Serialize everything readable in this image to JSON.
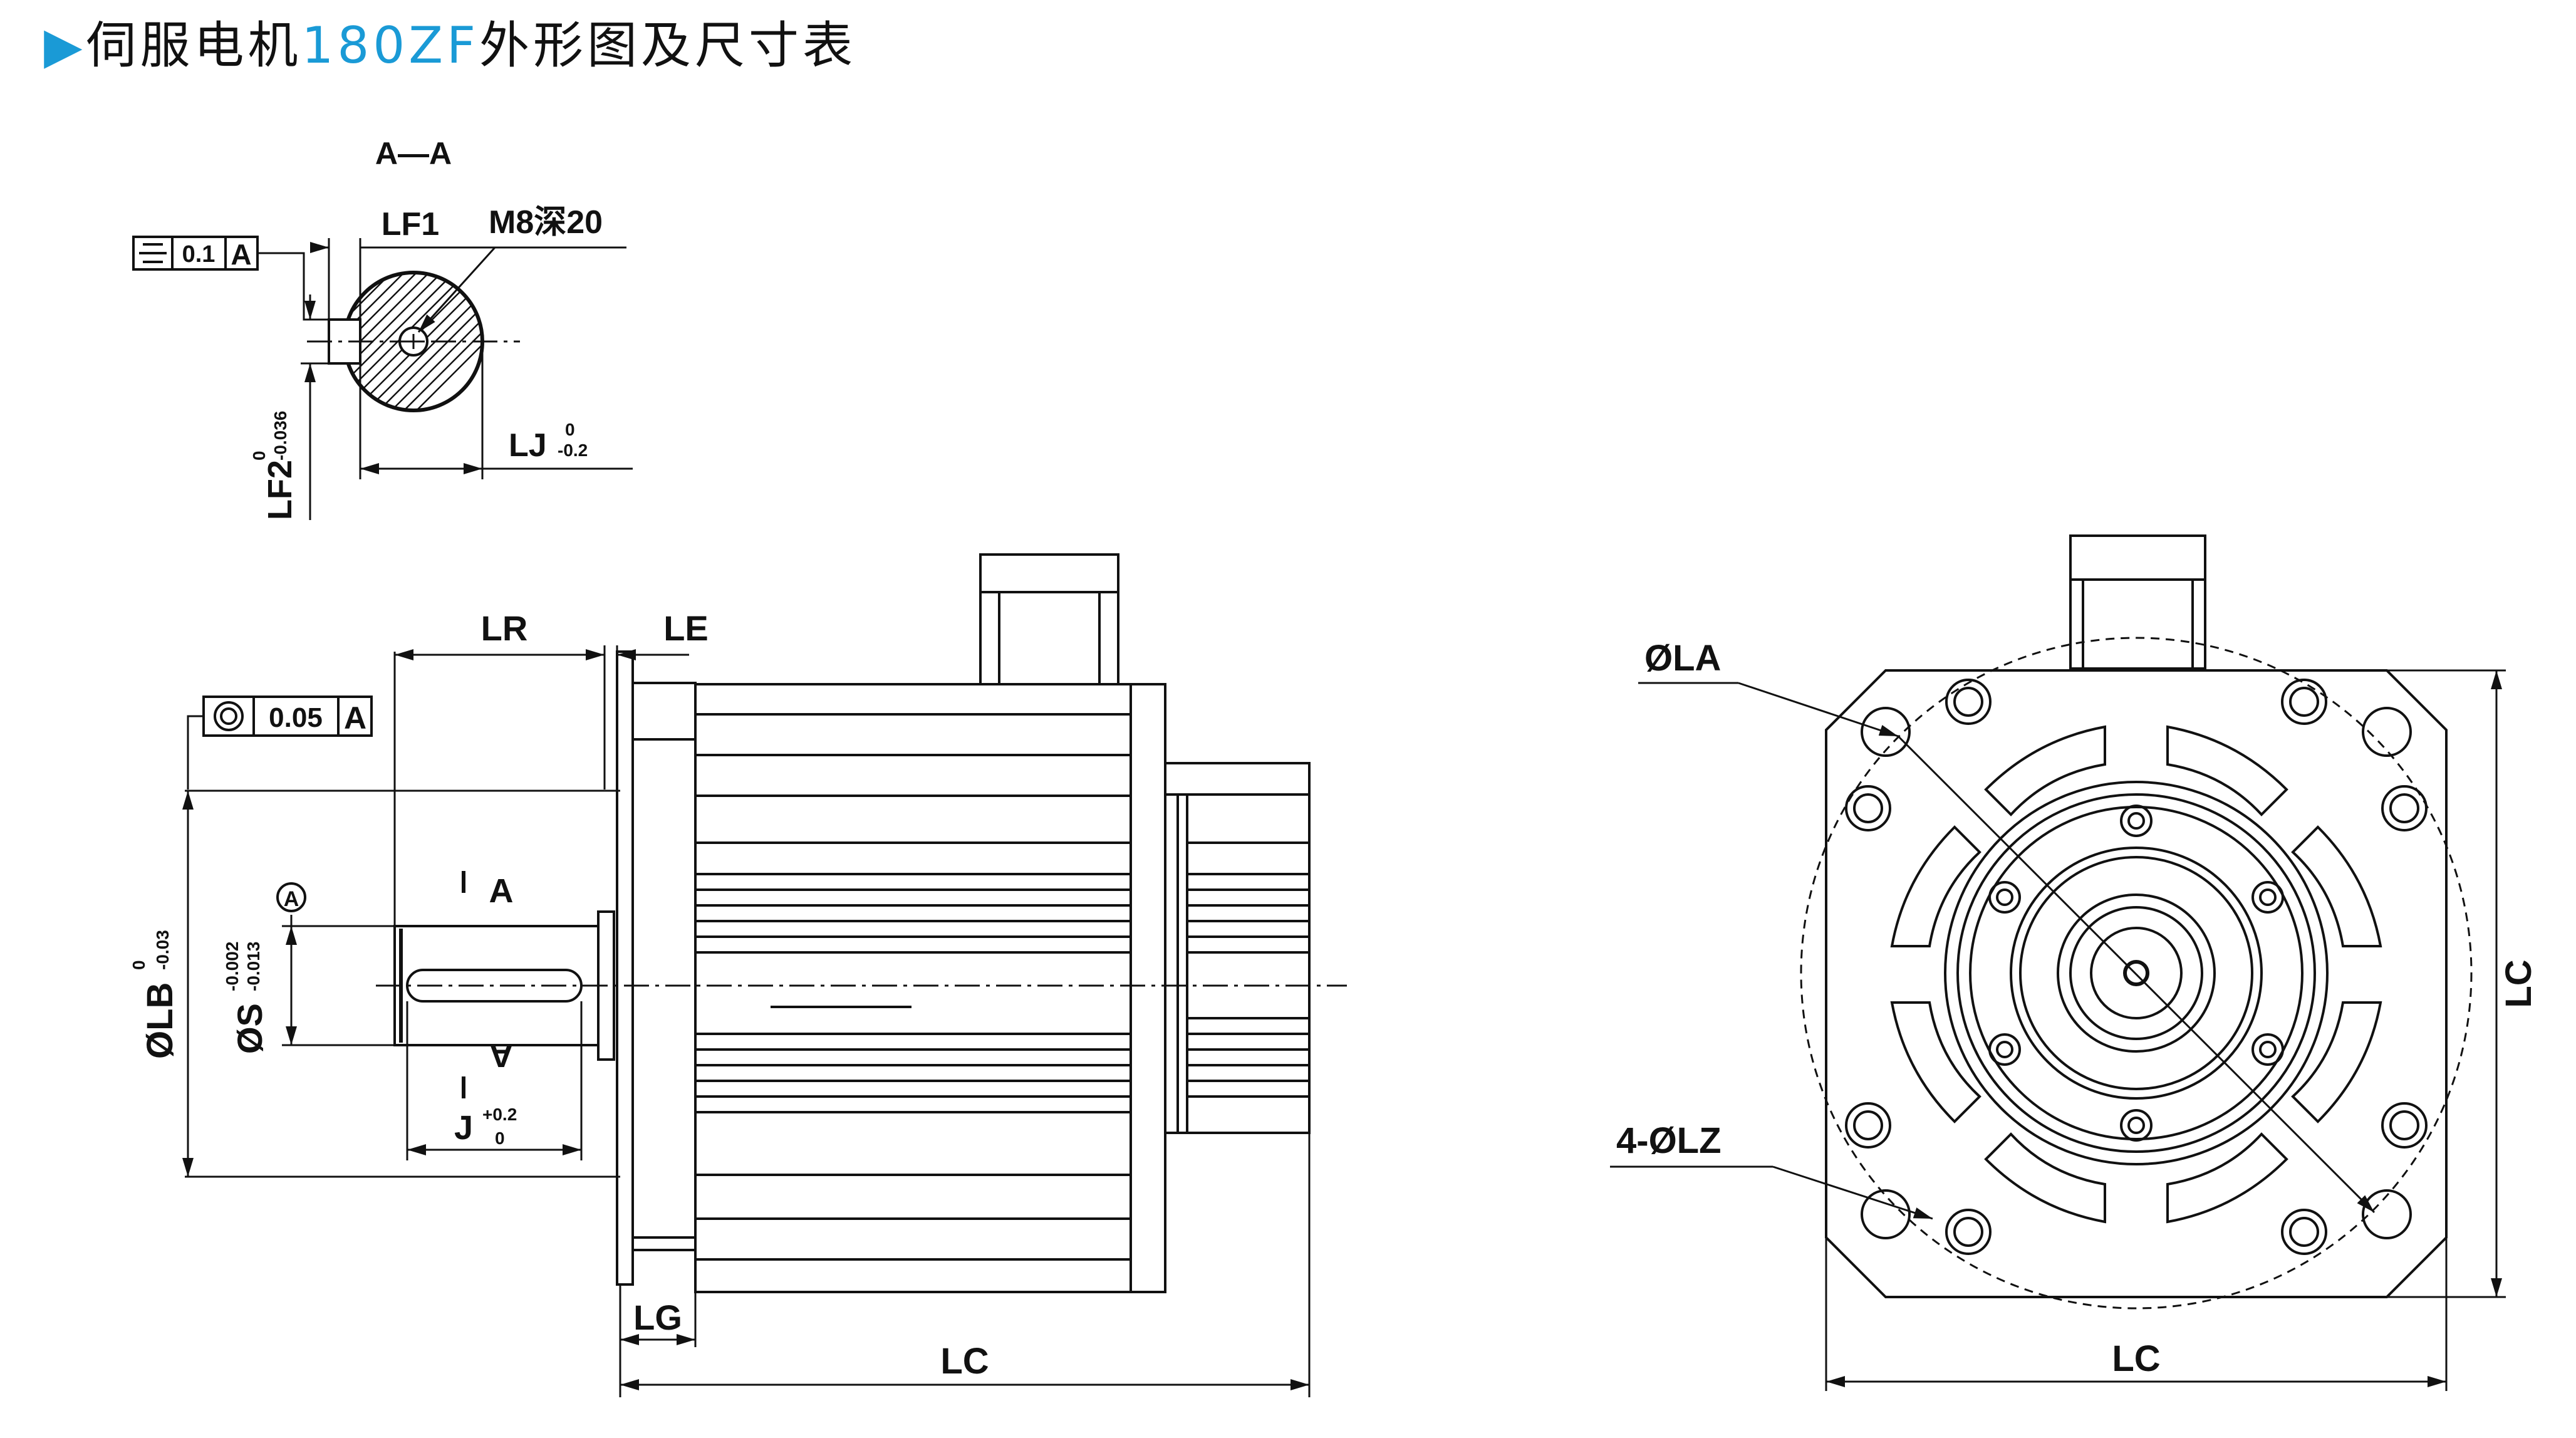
{
  "title": {
    "marker": "▶",
    "prefix": "伺服电机",
    "model": "180ZF",
    "suffix": "外形图及尺寸表"
  },
  "section": {
    "label": "A—A",
    "lf1": "LF1",
    "tap": "M8深20",
    "tol_box_value": "0.1",
    "tol_box_datum": "A",
    "lf2": "LF2",
    "lf2_tol_upper": "0",
    "lf2_tol_lower": "-0.036",
    "lj": "LJ",
    "lj_tol_upper": "0",
    "lj_tol_lower": "-0.2"
  },
  "side_view": {
    "lr": "LR",
    "le": "LE",
    "lg": "LG",
    "lc": "LC",
    "runout_value": "0.05",
    "runout_datum": "A",
    "datum_marker": "A",
    "cut_top": "A",
    "cut_bottom": "A",
    "lb": "ØLB",
    "lb_tol_upper": "0",
    "lb_tol_lower": "-0.03",
    "s": "ØS",
    "s_tol_upper": "-0.002",
    "s_tol_lower": "-0.013",
    "j": "J",
    "j_tol_upper": "+0.2",
    "j_tol_lower": "0"
  },
  "front_view": {
    "la": "ØLA",
    "lz": "4-ØLZ",
    "lc_right": "LC",
    "lc_bottom": "LC"
  }
}
